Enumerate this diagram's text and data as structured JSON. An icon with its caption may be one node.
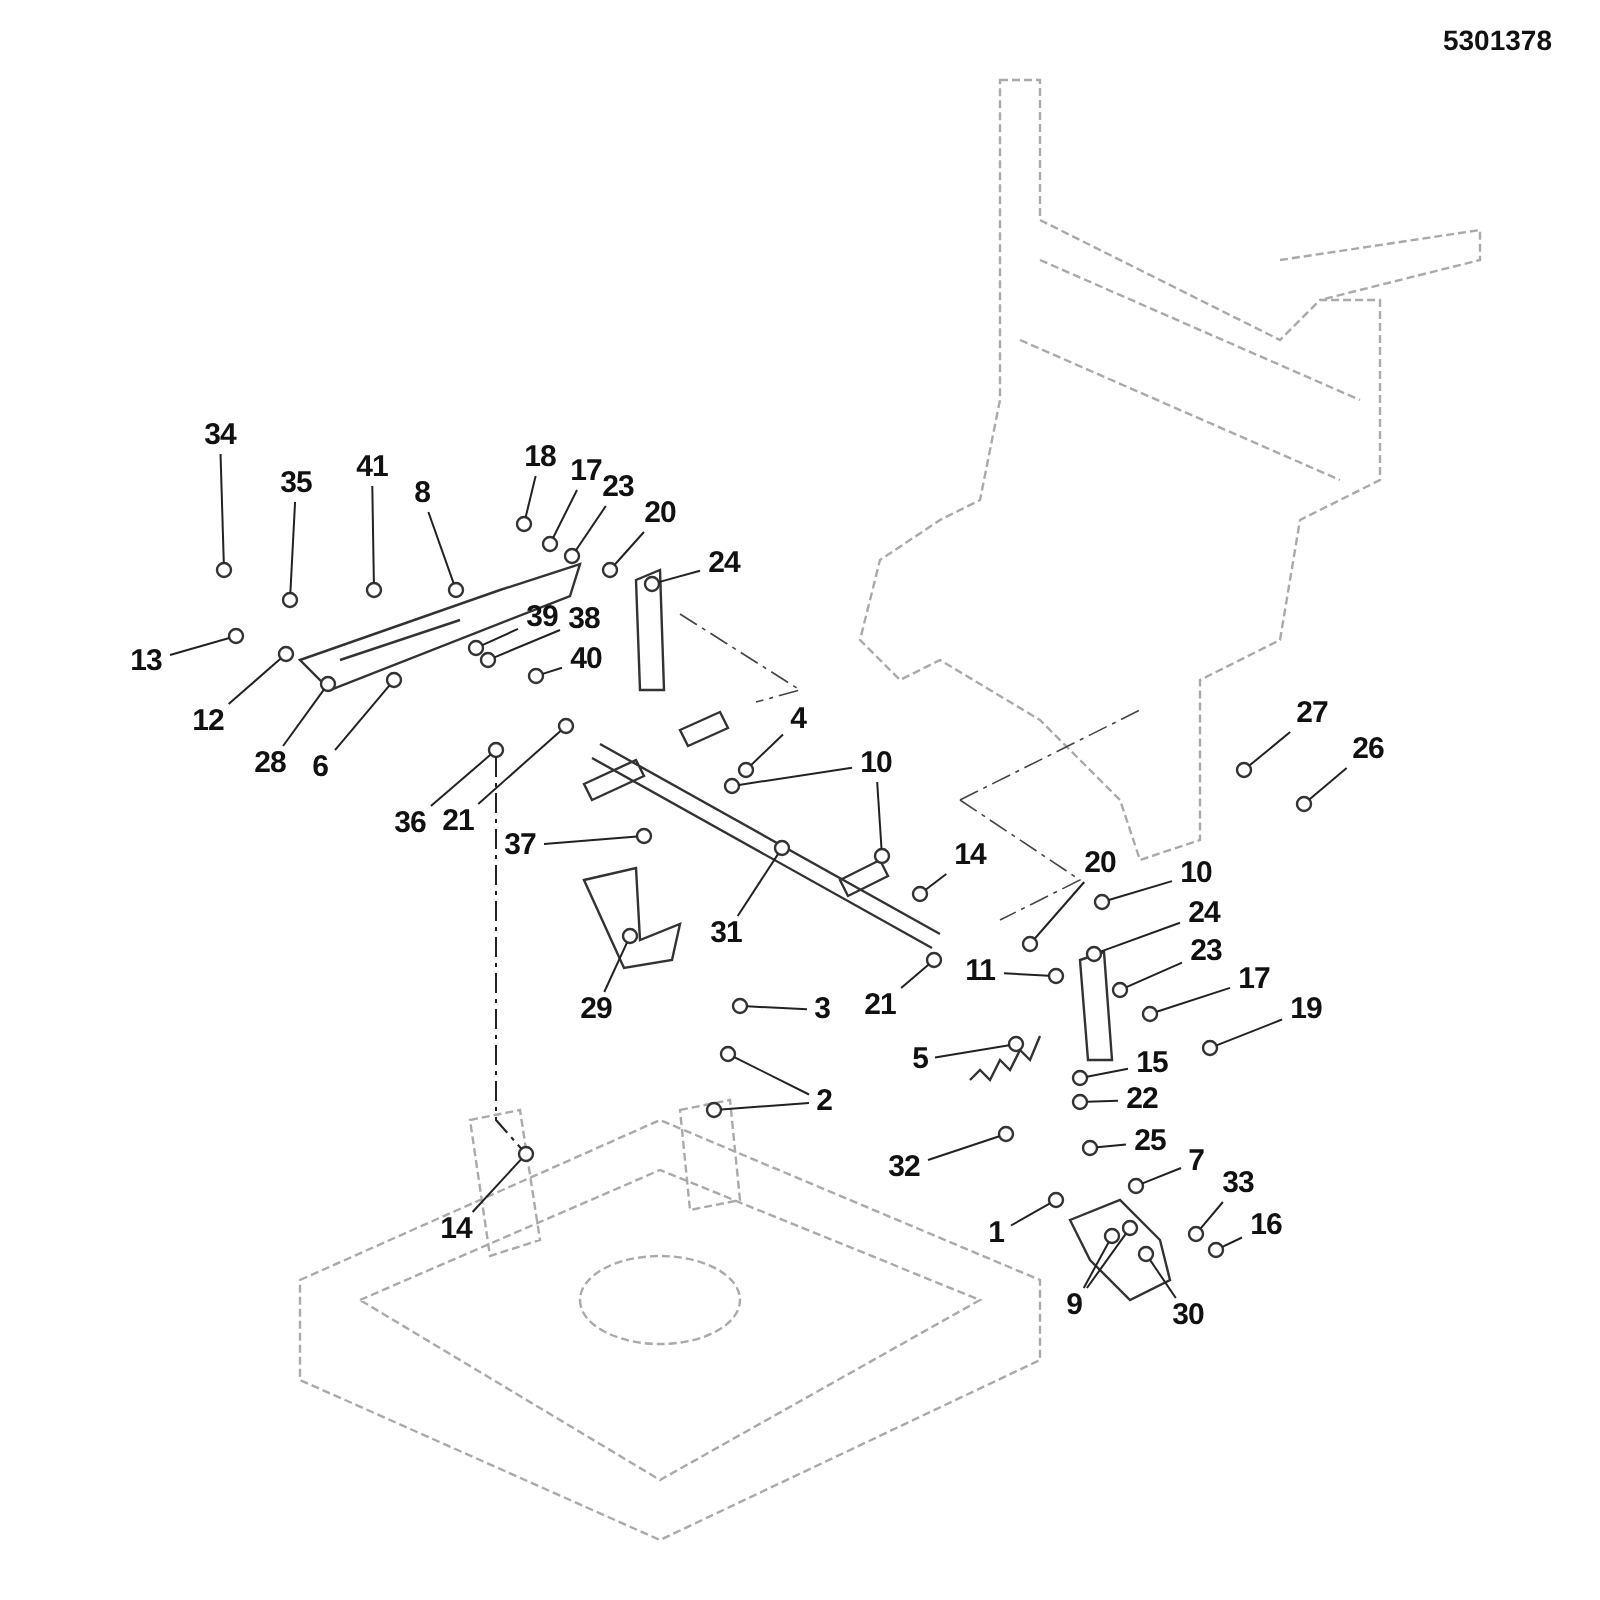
{
  "diagram": {
    "nodes": [
      {
        "text": [
          "34"
        ]
      },
      {
        "text": [
          "18"
        ]
      },
      {
        "text": [
          "41"
        ]
      },
      {
        "text": [
          "17"
        ]
      },
      {
        "text": [
          "35"
        ]
      },
      {
        "text": [
          "23"
        ]
      },
      {
        "text": [
          "8"
        ]
      },
      {
        "text": [
          "20"
        ]
      },
      {
        "text": [
          "24"
        ]
      },
      {
        "text": [
          "39"
        ]
      },
      {
        "text": [
          "38"
        ]
      },
      {
        "text": [
          "13"
        ]
      },
      {
        "text": [
          "40"
        ]
      },
      {
        "text": [
          "27"
        ]
      },
      {
        "text": [
          "4"
        ]
      },
      {
        "text": [
          "12"
        ]
      },
      {
        "text": [
          "26"
        ]
      },
      {
        "text": [
          "28"
        ]
      },
      {
        "text": [
          "10"
        ]
      },
      {
        "text": [
          "6"
        ]
      },
      {
        "text": [
          "36"
        ]
      },
      {
        "text": [
          "21"
        ]
      },
      {
        "text": [
          "37"
        ]
      },
      {
        "text": [
          "14"
        ]
      },
      {
        "text": [
          "20"
        ]
      },
      {
        "text": [
          "10"
        ]
      },
      {
        "text": [
          "24"
        ]
      },
      {
        "text": [
          "31"
        ]
      },
      {
        "text": [
          "23"
        ]
      },
      {
        "text": [
          "11"
        ]
      },
      {
        "text": [
          "17"
        ]
      },
      {
        "text": [
          "21"
        ]
      },
      {
        "text": [
          "29"
        ]
      },
      {
        "text": [
          "3"
        ]
      },
      {
        "text": [
          "19"
        ]
      },
      {
        "text": [
          "5"
        ]
      },
      {
        "text": [
          "15"
        ]
      },
      {
        "text": [
          "22"
        ]
      },
      {
        "text": [
          "2"
        ]
      },
      {
        "text": [
          "25"
        ]
      },
      {
        "text": [
          "7"
        ]
      },
      {
        "text": [
          "32"
        ]
      },
      {
        "text": [
          "33"
        ]
      },
      {
        "text": [
          "16"
        ]
      },
      {
        "text": [
          "14"
        ]
      },
      {
        "text": [
          "1"
        ]
      },
      {
        "text": [
          "9"
        ]
      },
      {
        "text": [
          "30"
        ]
      },
      {
        "text": [],
        "shape": "circle"
      },
      {
        "text": [],
        "shape": "circle"
      },
      {
        "text": [],
        "shape": "circle"
      },
      {
        "text": [],
        "shape": "circle"
      },
      {
        "text": [],
        "shape": "circle"
      },
      {
        "text": [],
        "shape": "circle"
      },
      {
        "text": [],
        "shape": "circle"
      },
      {
        "text": [],
        "shape": "circle"
      },
      {
        "text": [],
        "shape": "circle"
      },
      {
        "text": [],
        "shape": "circle"
      },
      {
        "text": [],
        "shape": "circle"
      },
      {
        "text": [],
        "shape": "circle"
      },
      {
        "text": [],
        "shape": "circle"
      },
      {
        "text": [],
        "shape": "circle"
      },
      {
        "text": [],
        "shape": "circle"
      },
      {
        "text": [],
        "shape": "circle"
      },
      {
        "text": [],
        "shape": "circle"
      },
      {
        "text": [],
        "shape": "circle"
      },
      {
        "text": [],
        "shape": "circle"
      },
      {
        "text": [],
        "shape": "circle"
      },
      {
        "text": [],
        "shape": "circle"
      },
      {
        "text": [],
        "shape": "circle"
      },
      {
        "text": [],
        "shape": "circle"
      },
      {
        "text": [],
        "shape": "circle"
      },
      {
        "text": [],
        "shape": "circle"
      },
      {
        "text": [],
        "shape": "circle"
      },
      {
        "text": [],
        "shape": "circle"
      },
      {
        "text": [],
        "shape": "circle"
      },
      {
        "text": [],
        "shape": "circle"
      },
      {
        "text": [],
        "shape": "circle"
      },
      {
        "text": [],
        "shape": "circle"
      },
      {
        "text": [],
        "shape": "circle"
      },
      {
        "text": [],
        "shape": "circle"
      },
      {
        "text": [],
        "shape": "circle"
      },
      {
        "text": [],
        "shape": "circle"
      },
      {
        "text": [],
        "shape": "circle"
      },
      {
        "text": [],
        "shape": "circle"
      },
      {
        "text": [],
        "shape": "circle"
      },
      {
        "text": [],
        "shape": "circle"
      },
      {
        "text": [],
        "shape": "circle"
      },
      {
        "text": [],
        "shape": "circle"
      },
      {
        "text": [],
        "shape": "circle"
      },
      {
        "text": [],
        "shape": "circle"
      },
      {
        "text": [],
        "shape": "circle"
      },
      {
        "text": [],
        "shape": "circle"
      },
      {
        "text": [],
        "shape": "circle"
      },
      {
        "text": [],
        "shape": "circle"
      },
      {
        "text": [],
        "shape": "circle"
      },
      {
        "text": [],
        "shape": "circle"
      },
      {
        "text": [],
        "shape": "circle"
      },
      {
        "text": [],
        "shape": "circle"
      }
    ],
    "edges": [
      {
        "from": 0,
        "to": 48,
        "arrow": "none"
      },
      {
        "from": 1,
        "to": 49,
        "arrow": "none"
      },
      {
        "from": 2,
        "to": 50,
        "arrow": "none"
      },
      {
        "from": 3,
        "to": 51,
        "arrow": "none"
      },
      {
        "from": 4,
        "to": 52,
        "arrow": "none"
      },
      {
        "from": 5,
        "to": 53,
        "arrow": "none"
      },
      {
        "from": 6,
        "to": 54,
        "arrow": "none"
      },
      {
        "from": 7,
        "to": 55,
        "arrow": "none"
      },
      {
        "from": 8,
        "to": 56,
        "arrow": "none"
      },
      {
        "from": 9,
        "to": 57,
        "arrow": "none"
      },
      {
        "from": 10,
        "to": 58,
        "arrow": "none"
      },
      {
        "from": 11,
        "to": 59,
        "arrow": "none"
      },
      {
        "from": 12,
        "to": 60,
        "arrow": "none"
      },
      {
        "from": 13,
        "to": 61,
        "arrow": "none"
      },
      {
        "from": 14,
        "to": 62,
        "arrow": "none"
      },
      {
        "from": 15,
        "to": 63,
        "arrow": "none"
      },
      {
        "from": 16,
        "to": 64,
        "arrow": "none"
      },
      {
        "from": 17,
        "to": 65,
        "arrow": "none"
      },
      {
        "from": 18,
        "to": 66,
        "arrow": "none"
      },
      {
        "from": 18,
        "to": 67,
        "arrow": "none"
      },
      {
        "from": 19,
        "to": 68,
        "arrow": "none"
      },
      {
        "from": 20,
        "to": 69,
        "arrow": "none"
      },
      {
        "from": 21,
        "to": 70,
        "arrow": "none"
      },
      {
        "from": 22,
        "to": 71,
        "arrow": "none"
      },
      {
        "from": 23,
        "to": 72,
        "arrow": "none"
      },
      {
        "from": 24,
        "to": 73,
        "arrow": "none"
      },
      {
        "from": 25,
        "to": 74,
        "arrow": "none"
      },
      {
        "from": 26,
        "to": 75,
        "arrow": "none"
      },
      {
        "from": 27,
        "to": 76,
        "arrow": "none"
      },
      {
        "from": 28,
        "to": 77,
        "arrow": "none"
      },
      {
        "from": 29,
        "to": 78,
        "arrow": "none"
      },
      {
        "from": 30,
        "to": 79,
        "arrow": "none"
      },
      {
        "from": 31,
        "to": 80,
        "arrow": "none"
      },
      {
        "from": 32,
        "to": 81,
        "arrow": "none"
      },
      {
        "from": 33,
        "to": 82,
        "arrow": "none"
      },
      {
        "from": 34,
        "to": 83,
        "arrow": "none"
      },
      {
        "from": 35,
        "to": 84,
        "arrow": "none"
      },
      {
        "from": 36,
        "to": 85,
        "arrow": "none"
      },
      {
        "from": 37,
        "to": 86,
        "arrow": "none"
      },
      {
        "from": 38,
        "to": 87,
        "arrow": "none"
      },
      {
        "from": 38,
        "to": 88,
        "arrow": "none"
      },
      {
        "from": 39,
        "to": 89,
        "arrow": "none"
      },
      {
        "from": 40,
        "to": 90,
        "arrow": "none"
      },
      {
        "from": 41,
        "to": 91,
        "arrow": "none"
      },
      {
        "from": 42,
        "to": 92,
        "arrow": "none"
      },
      {
        "from": 43,
        "to": 93,
        "arrow": "none"
      },
      {
        "from": 44,
        "to": 94,
        "arrow": "none"
      },
      {
        "from": 45,
        "to": 95,
        "arrow": "none"
      },
      {
        "from": 46,
        "to": 96,
        "arrow": "none"
      },
      {
        "from": 46,
        "to": 97,
        "arrow": "none"
      },
      {
        "from": 47,
        "to": 98,
        "arrow": "none"
      },
      {
        "from": 69,
        "to": 94,
        "arrow": "none",
        "style": "dashed"
      }
    ],
    "labels": [
      "5301378"
    ]
  }
}
